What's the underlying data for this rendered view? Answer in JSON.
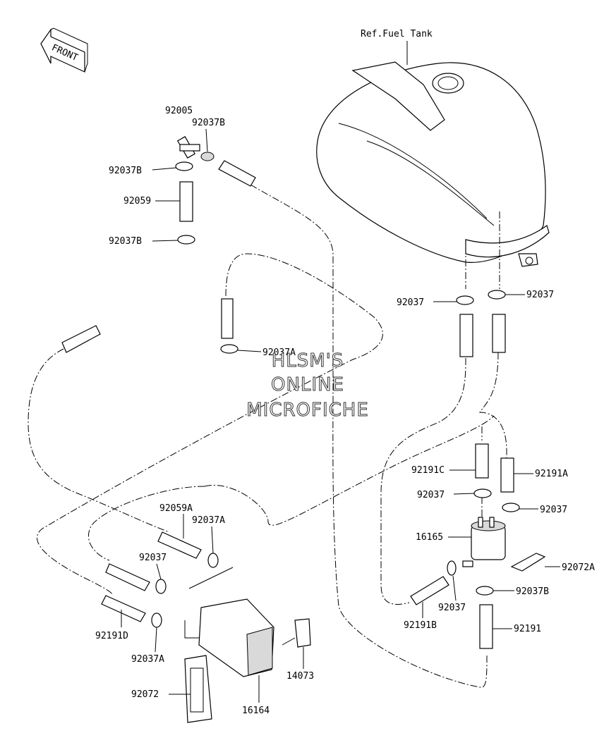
{
  "front_arrow": {
    "label": "FRONT"
  },
  "ref_label": "Ref.Fuel Tank",
  "watermark": [
    "HLSM'S",
    "ONLINE",
    "MICROFICHE"
  ],
  "callouts": [
    "92005",
    "92037B",
    "92037B",
    "92059",
    "92037B",
    "92037A",
    "92037",
    "92037",
    "92191C",
    "92191A",
    "92037",
    "92037",
    "16165",
    "92072A",
    "92037B",
    "92037",
    "92191B",
    "92191",
    "92059A",
    "92037A",
    "92037",
    "92191D",
    "92037A",
    "92072",
    "16164",
    "14073"
  ]
}
